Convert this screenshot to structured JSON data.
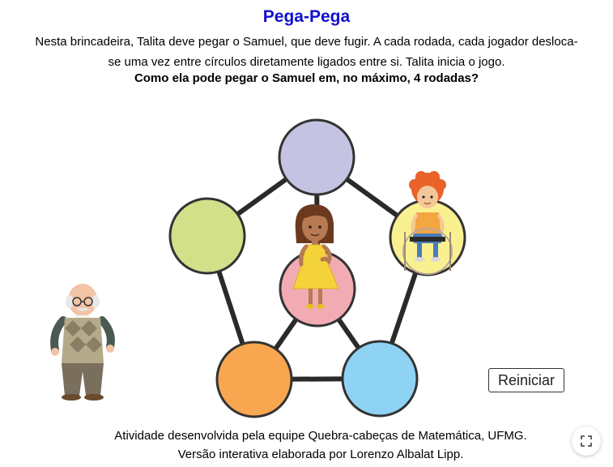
{
  "header": {
    "title": "Pega-Pega",
    "intro": "Nesta brincadeira, Talita deve pegar o Samuel, que deve fugir. A cada rodada, cada jogador desloca-se uma vez entre círculos diretamente ligados entre si. Talita inicia o jogo.",
    "question": "Como ela pode pegar o Samuel em, no máximo, 4 rodadas?"
  },
  "board": {
    "nodes": [
      {
        "name": "node-top",
        "color": "#c5c3e2"
      },
      {
        "name": "node-left",
        "color": "#d3e08a"
      },
      {
        "name": "node-center",
        "color": "#f3abb3"
      },
      {
        "name": "node-right",
        "color": "#f9f08f"
      },
      {
        "name": "node-bottom-left",
        "color": "#f8a750"
      },
      {
        "name": "node-bottom-right",
        "color": "#8fd3f4"
      }
    ],
    "edge_color": "#2a2a2a",
    "node_border": "#333333"
  },
  "controls": {
    "reset_label": "Reiniciar"
  },
  "footer": {
    "credit_line1": "Atividade desenvolvida pela equipe Quebra-cabeças de Matemática, UFMG.",
    "credit_line2": "Versão interativa elaborada por Lorenzo Albalat Lipp."
  },
  "icons": {
    "fullscreen": "fullscreen-icon"
  }
}
